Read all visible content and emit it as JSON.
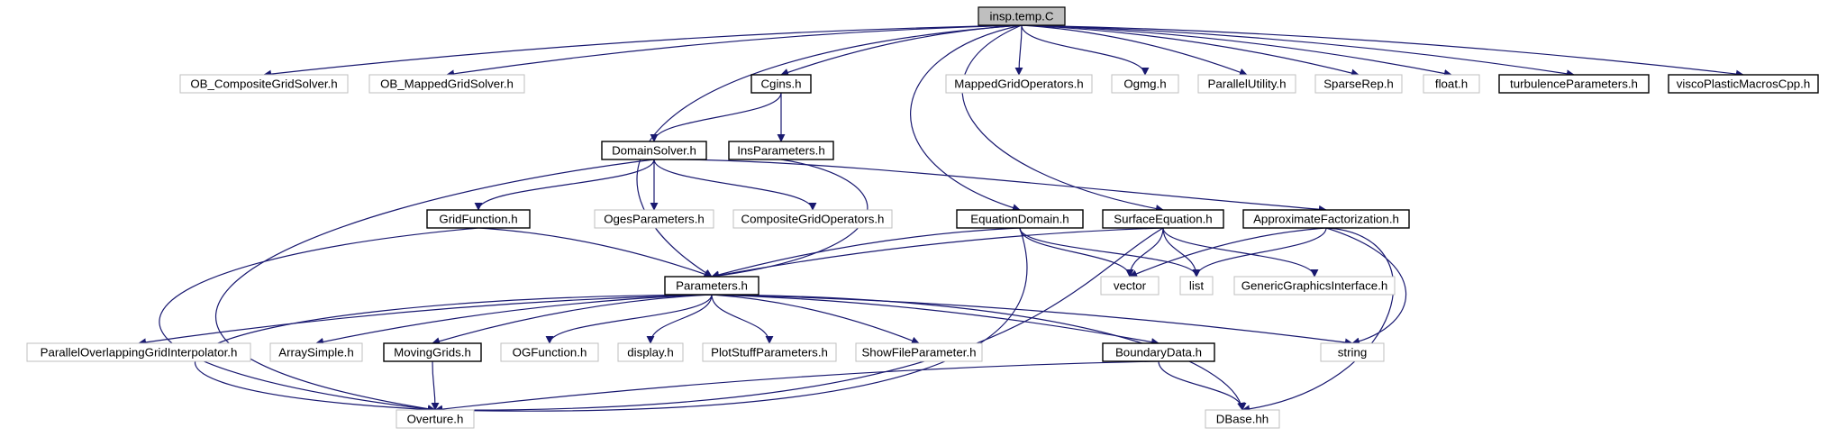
{
  "diagram": {
    "type": "include-dependency-graph",
    "edge_color": "#191970",
    "root_fill": "#bfbfbf",
    "external_border": "#bfbfbf",
    "documented_border": "#000000",
    "nodes": [
      {
        "id": "root",
        "label": "insp.temp.C",
        "kind": "root"
      },
      {
        "id": "ob_comp",
        "label": "OB_CompositeGridSolver.h",
        "kind": "external"
      },
      {
        "id": "ob_mapped",
        "label": "OB_MappedGridSolver.h",
        "kind": "external"
      },
      {
        "id": "cgins",
        "label": "Cgins.h",
        "kind": "documented"
      },
      {
        "id": "mgo",
        "label": "MappedGridOperators.h",
        "kind": "external"
      },
      {
        "id": "ogmg",
        "label": "Ogmg.h",
        "kind": "external"
      },
      {
        "id": "parutil",
        "label": "ParallelUtility.h",
        "kind": "external"
      },
      {
        "id": "sparse",
        "label": "SparseRep.h",
        "kind": "external"
      },
      {
        "id": "float",
        "label": "float.h",
        "kind": "external"
      },
      {
        "id": "turb",
        "label": "turbulenceParameters.h",
        "kind": "documented"
      },
      {
        "id": "visco",
        "label": "viscoPlasticMacrosCpp.h",
        "kind": "documented"
      },
      {
        "id": "domain",
        "label": "DomainSolver.h",
        "kind": "documented"
      },
      {
        "id": "insparams",
        "label": "InsParameters.h",
        "kind": "documented"
      },
      {
        "id": "gridfn",
        "label": "GridFunction.h",
        "kind": "documented"
      },
      {
        "id": "oges",
        "label": "OgesParameters.h",
        "kind": "external"
      },
      {
        "id": "cgo",
        "label": "CompositeGridOperators.h",
        "kind": "external"
      },
      {
        "id": "eqdomain",
        "label": "EquationDomain.h",
        "kind": "documented"
      },
      {
        "id": "surfeq",
        "label": "SurfaceEquation.h",
        "kind": "documented"
      },
      {
        "id": "approx",
        "label": "ApproximateFactorization.h",
        "kind": "documented"
      },
      {
        "id": "params",
        "label": "Parameters.h",
        "kind": "documented"
      },
      {
        "id": "vector",
        "label": "vector",
        "kind": "external"
      },
      {
        "id": "list",
        "label": "list",
        "kind": "external"
      },
      {
        "id": "ggi",
        "label": "GenericGraphicsInterface.h",
        "kind": "external"
      },
      {
        "id": "pogi",
        "label": "ParallelOverlappingGridInterpolator.h",
        "kind": "external"
      },
      {
        "id": "arraysimple",
        "label": "ArraySimple.h",
        "kind": "external"
      },
      {
        "id": "movgrids",
        "label": "MovingGrids.h",
        "kind": "documented"
      },
      {
        "id": "ogfn",
        "label": "OGFunction.h",
        "kind": "external"
      },
      {
        "id": "display",
        "label": "display.h",
        "kind": "external"
      },
      {
        "id": "plotstuff",
        "label": "PlotStuffParameters.h",
        "kind": "external"
      },
      {
        "id": "showfile",
        "label": "ShowFileParameter.h",
        "kind": "external"
      },
      {
        "id": "bdata",
        "label": "BoundaryData.h",
        "kind": "documented"
      },
      {
        "id": "string",
        "label": "string",
        "kind": "external"
      },
      {
        "id": "overture",
        "label": "Overture.h",
        "kind": "external"
      },
      {
        "id": "dbase",
        "label": "DBase.hh",
        "kind": "external"
      }
    ]
  }
}
